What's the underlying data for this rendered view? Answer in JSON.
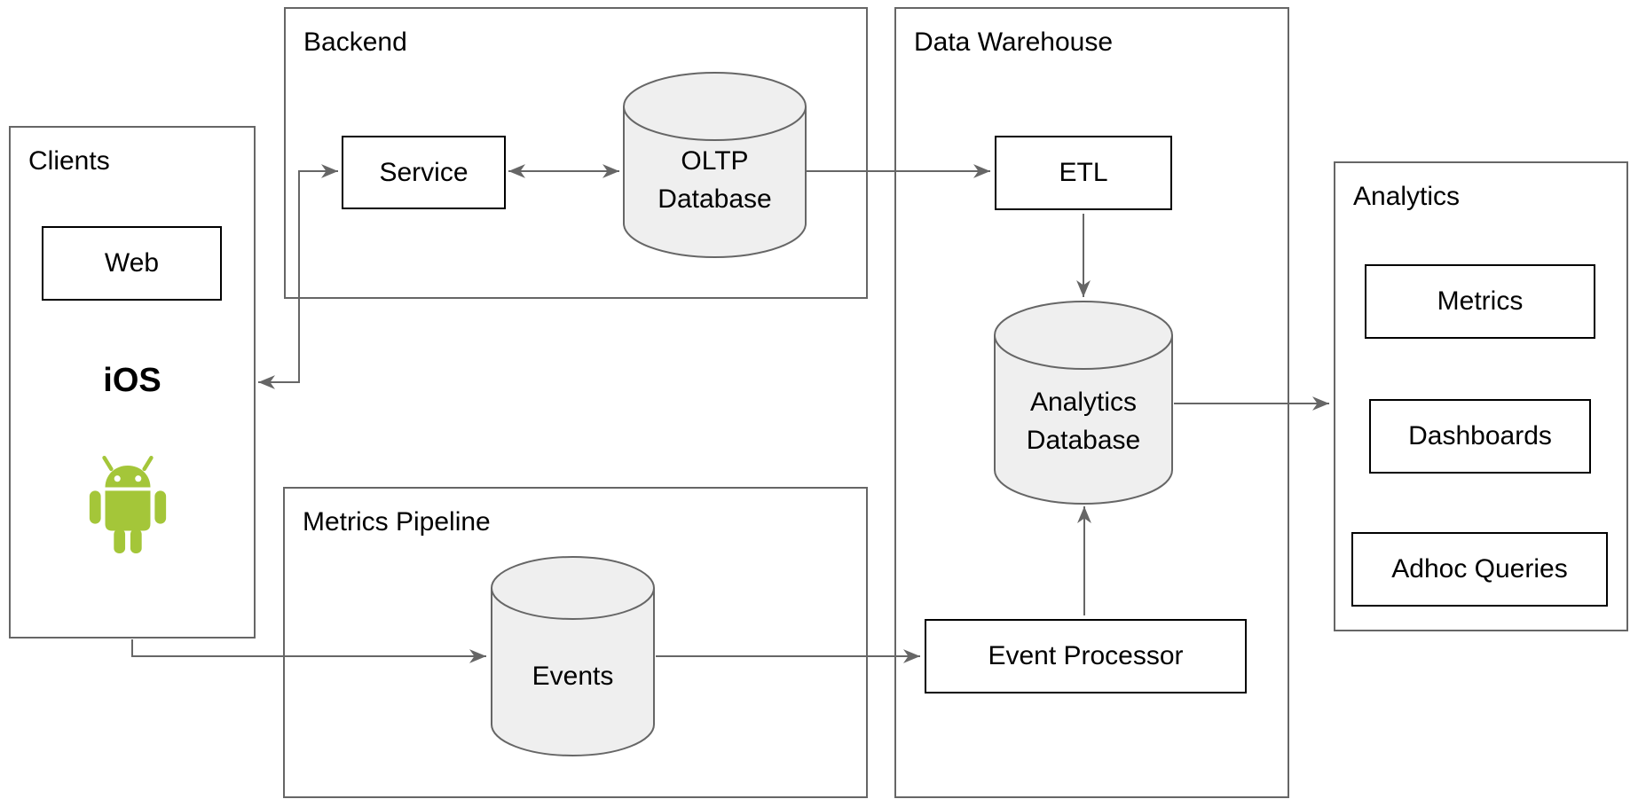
{
  "groups": {
    "clients": {
      "label": "Clients"
    },
    "backend": {
      "label": "Backend"
    },
    "metrics_pipeline": {
      "label": "Metrics Pipeline"
    },
    "data_warehouse": {
      "label": "Data Warehouse"
    },
    "analytics": {
      "label": "Analytics"
    }
  },
  "nodes": {
    "web": {
      "label": "Web"
    },
    "ios": {
      "label": "iOS"
    },
    "android": {
      "icon": "android-icon"
    },
    "service": {
      "label": "Service"
    },
    "oltp_database": {
      "line1": "OLTP",
      "line2": "Database"
    },
    "etl": {
      "label": "ETL"
    },
    "analytics_database": {
      "line1": "Analytics",
      "line2": "Database"
    },
    "event_processor": {
      "label": "Event Processor"
    },
    "events": {
      "label": "Events"
    },
    "metrics": {
      "label": "Metrics"
    },
    "dashboards": {
      "label": "Dashboards"
    },
    "adhoc_queries": {
      "label": "Adhoc Queries"
    }
  },
  "edges": [
    {
      "from": "clients",
      "to": "service",
      "arrows": "both"
    },
    {
      "from": "service",
      "to": "oltp_database",
      "arrows": "both"
    },
    {
      "from": "oltp_database",
      "to": "etl",
      "arrows": "to"
    },
    {
      "from": "etl",
      "to": "analytics_database",
      "arrows": "to"
    },
    {
      "from": "analytics_database",
      "to": "analytics",
      "arrows": "to"
    },
    {
      "from": "event_processor",
      "to": "analytics_database",
      "arrows": "to"
    },
    {
      "from": "events",
      "to": "event_processor",
      "arrows": "to"
    },
    {
      "from": "clients",
      "to": "events",
      "arrows": "to"
    }
  ],
  "colors": {
    "background": "#ffffff",
    "group_border": "#666666",
    "node_border": "#000000",
    "node_fill": "#ffffff",
    "cylinder_fill": "#efefef",
    "cylinder_stroke": "#666666",
    "arrow": "#666666",
    "text": "#000000",
    "android_green": "#A4C639"
  }
}
